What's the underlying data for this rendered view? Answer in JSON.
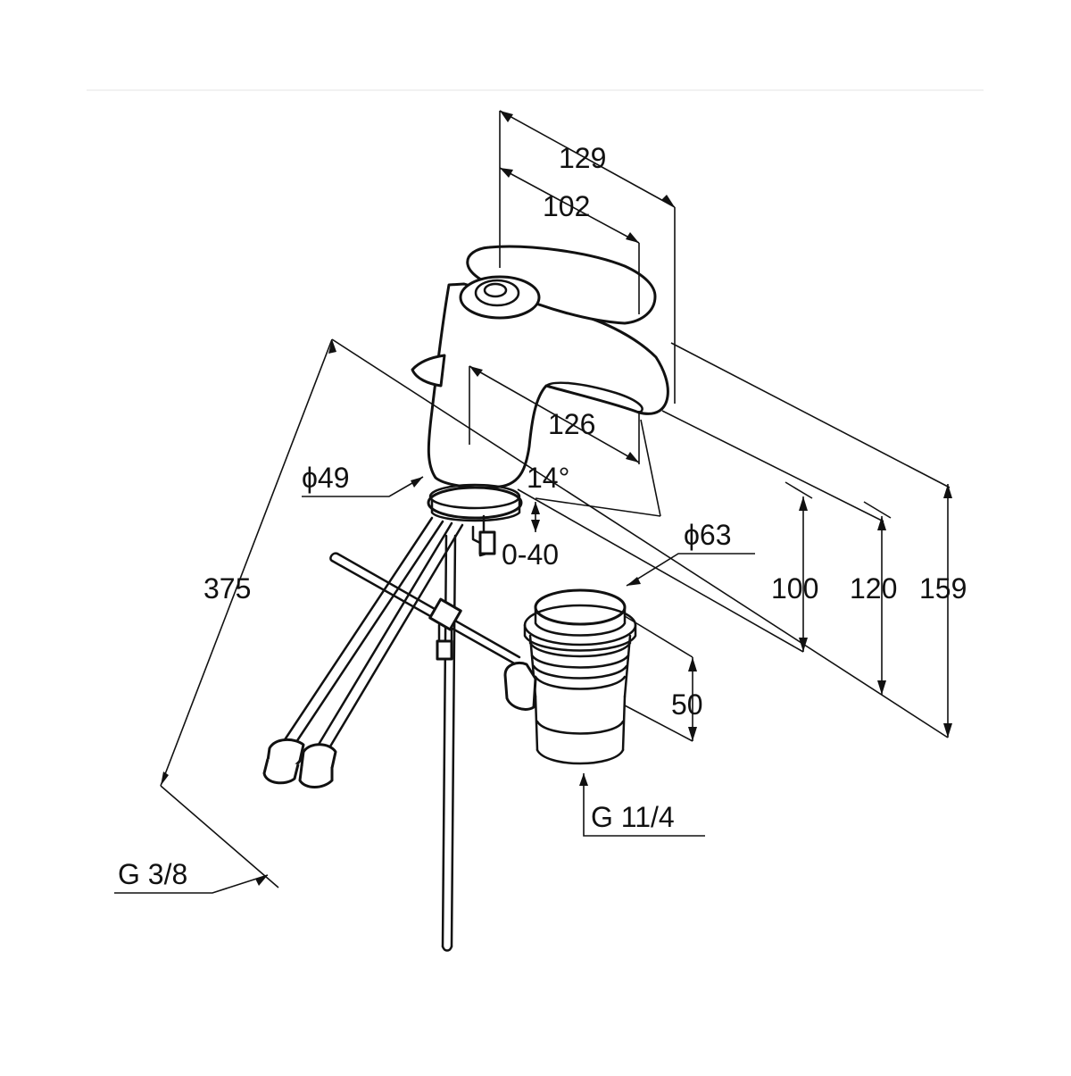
{
  "colors": {
    "line": "#111111",
    "background": "#ffffff",
    "frame": "#e6e6e6"
  },
  "dimensions": {
    "overall_depth": "129",
    "lever_depth": "102",
    "spout_reach": "126",
    "spout_angle": "14°",
    "base_diameter": "ϕ49",
    "drain_diameter": "ϕ63",
    "clamp_range": "0-40",
    "spout_height": "100",
    "lever_base_height": "120",
    "total_height": "159",
    "hose_length": "375",
    "drain_height": "50"
  },
  "threads": {
    "drain": "G 11/4",
    "supply": "G 3/8"
  }
}
